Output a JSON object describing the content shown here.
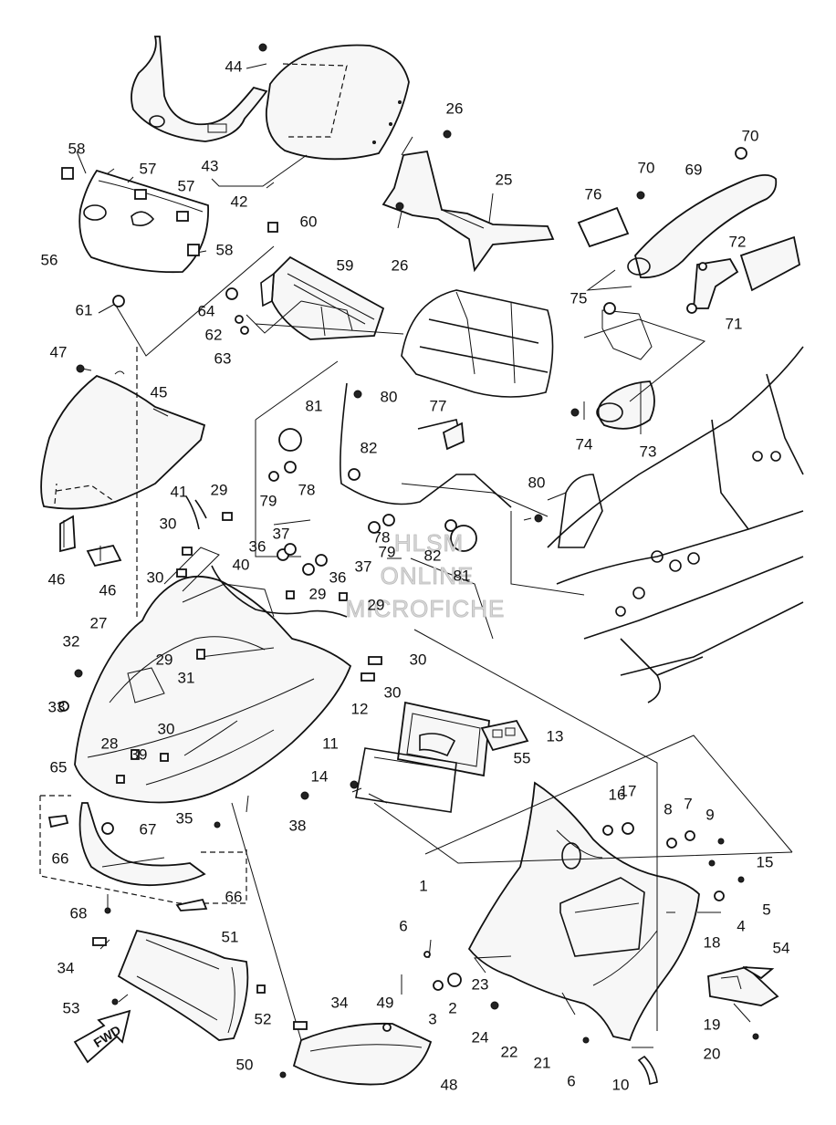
{
  "diagram": {
    "callouts": [
      {
        "id": "c1",
        "text": "1"
      },
      {
        "id": "c2",
        "text": "2"
      },
      {
        "id": "c3",
        "text": "3"
      },
      {
        "id": "c4",
        "text": "4"
      },
      {
        "id": "c5",
        "text": "5"
      },
      {
        "id": "c6a",
        "text": "6"
      },
      {
        "id": "c6b",
        "text": "6"
      },
      {
        "id": "c7",
        "text": "7"
      },
      {
        "id": "c8",
        "text": "8"
      },
      {
        "id": "c9",
        "text": "9"
      },
      {
        "id": "c10",
        "text": "10"
      },
      {
        "id": "c11",
        "text": "11"
      },
      {
        "id": "c12",
        "text": "12"
      },
      {
        "id": "c13",
        "text": "13"
      },
      {
        "id": "c14",
        "text": "14"
      },
      {
        "id": "c15",
        "text": "15"
      },
      {
        "id": "c16",
        "text": "16"
      },
      {
        "id": "c17",
        "text": "17"
      },
      {
        "id": "c18",
        "text": "18"
      },
      {
        "id": "c19",
        "text": "19"
      },
      {
        "id": "c20",
        "text": "20"
      },
      {
        "id": "c21",
        "text": "21"
      },
      {
        "id": "c22",
        "text": "22"
      },
      {
        "id": "c23",
        "text": "23"
      },
      {
        "id": "c24",
        "text": "24"
      },
      {
        "id": "c25",
        "text": "25"
      },
      {
        "id": "c26a",
        "text": "26"
      },
      {
        "id": "c26b",
        "text": "26"
      },
      {
        "id": "c27",
        "text": "27"
      },
      {
        "id": "c28",
        "text": "28"
      },
      {
        "id": "c29a",
        "text": "29"
      },
      {
        "id": "c29b",
        "text": "29"
      },
      {
        "id": "c29c",
        "text": "29"
      },
      {
        "id": "c29d",
        "text": "29"
      },
      {
        "id": "c30a",
        "text": "30"
      },
      {
        "id": "c30b",
        "text": "30"
      },
      {
        "id": "c30c",
        "text": "30"
      },
      {
        "id": "c30d",
        "text": "30"
      },
      {
        "id": "c30e",
        "text": "30"
      },
      {
        "id": "c31",
        "text": "31"
      },
      {
        "id": "c32",
        "text": "32"
      },
      {
        "id": "c33",
        "text": "33"
      },
      {
        "id": "c34a",
        "text": "34"
      },
      {
        "id": "c34b",
        "text": "34"
      },
      {
        "id": "c35",
        "text": "35"
      },
      {
        "id": "c36a",
        "text": "36"
      },
      {
        "id": "c36b",
        "text": "36"
      },
      {
        "id": "c37a",
        "text": "37"
      },
      {
        "id": "c37b",
        "text": "37"
      },
      {
        "id": "c38",
        "text": "38"
      },
      {
        "id": "c39",
        "text": "39"
      },
      {
        "id": "c40",
        "text": "40"
      },
      {
        "id": "c41",
        "text": "41"
      },
      {
        "id": "c42",
        "text": "42"
      },
      {
        "id": "c43",
        "text": "43"
      },
      {
        "id": "c44",
        "text": "44"
      },
      {
        "id": "c45",
        "text": "45"
      },
      {
        "id": "c46a",
        "text": "46"
      },
      {
        "id": "c46b",
        "text": "46"
      },
      {
        "id": "c47",
        "text": "47"
      },
      {
        "id": "c48",
        "text": "48"
      },
      {
        "id": "c49",
        "text": "49"
      },
      {
        "id": "c50",
        "text": "50"
      },
      {
        "id": "c51",
        "text": "51"
      },
      {
        "id": "c52",
        "text": "52"
      },
      {
        "id": "c53",
        "text": "53"
      },
      {
        "id": "c54",
        "text": "54"
      },
      {
        "id": "c55",
        "text": "55"
      },
      {
        "id": "c56",
        "text": "56"
      },
      {
        "id": "c57a",
        "text": "57"
      },
      {
        "id": "c57b",
        "text": "57"
      },
      {
        "id": "c58a",
        "text": "58"
      },
      {
        "id": "c58b",
        "text": "58"
      },
      {
        "id": "c59",
        "text": "59"
      },
      {
        "id": "c60",
        "text": "60"
      },
      {
        "id": "c61",
        "text": "61"
      },
      {
        "id": "c62",
        "text": "62"
      },
      {
        "id": "c63",
        "text": "63"
      },
      {
        "id": "c64",
        "text": "64"
      },
      {
        "id": "c65",
        "text": "65"
      },
      {
        "id": "c66a",
        "text": "66"
      },
      {
        "id": "c66b",
        "text": "66"
      },
      {
        "id": "c67",
        "text": "67"
      },
      {
        "id": "c68",
        "text": "68"
      },
      {
        "id": "c69",
        "text": "69"
      },
      {
        "id": "c70a",
        "text": "70"
      },
      {
        "id": "c70b",
        "text": "70"
      },
      {
        "id": "c71",
        "text": "71"
      },
      {
        "id": "c72",
        "text": "72"
      },
      {
        "id": "c73",
        "text": "73"
      },
      {
        "id": "c74",
        "text": "74"
      },
      {
        "id": "c75",
        "text": "75"
      },
      {
        "id": "c76",
        "text": "76"
      },
      {
        "id": "c77",
        "text": "77"
      },
      {
        "id": "c78a",
        "text": "78"
      },
      {
        "id": "c78b",
        "text": "78"
      },
      {
        "id": "c79a",
        "text": "79"
      },
      {
        "id": "c79b",
        "text": "79"
      },
      {
        "id": "c80a",
        "text": "80"
      },
      {
        "id": "c80b",
        "text": "80"
      },
      {
        "id": "c81a",
        "text": "81"
      },
      {
        "id": "c81b",
        "text": "81"
      },
      {
        "id": "c82a",
        "text": "82"
      },
      {
        "id": "c82b",
        "text": "82"
      }
    ],
    "fwd_label": "FWD",
    "watermark": [
      "HLSM",
      "ONLINE",
      "MICROFICHE"
    ]
  }
}
